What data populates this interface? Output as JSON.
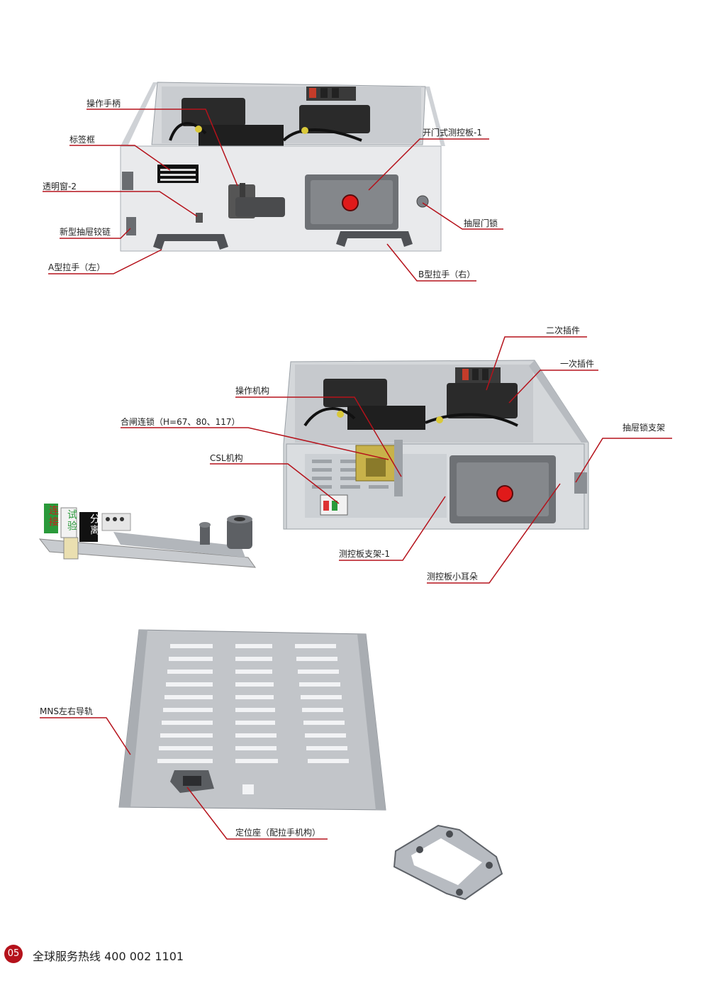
{
  "section1": {
    "labels": {
      "handle": "操作手柄",
      "label_frame": "标签框",
      "window": "透明窗-2",
      "hinge": "新型抽屉铰链",
      "pull_a": "A型拉手（左）",
      "panel_1": "开门式测控板-1",
      "door_lock": "抽屉门锁",
      "pull_b": "B型拉手（右）"
    }
  },
  "section2": {
    "labels": {
      "secondary_plug": "二次插件",
      "primary_plug": "一次插件",
      "mechanism": "操作机构",
      "interlock": "合闸连锁（H=67、80、117）",
      "csl": "CSL机构",
      "lock_bracket": "抽屉锁支架",
      "panel_bracket": "测控板支架-1",
      "panel_ear": "测控板小耳朵"
    },
    "csl_signs": {
      "connect": "连接",
      "test": "试验",
      "separate": "分离"
    }
  },
  "section3": {
    "labels": {
      "rail": "MNS左右导轨",
      "seat": "定位座（配拉手机构）"
    }
  },
  "footer": {
    "page_number": "05",
    "hotline": "全球服务热线  400 002 1101"
  },
  "colors": {
    "accent": "#b5121b",
    "panel_face": "#e9eaec",
    "module_dark": "#2a2a2a",
    "button_red": "#e01a1a"
  }
}
